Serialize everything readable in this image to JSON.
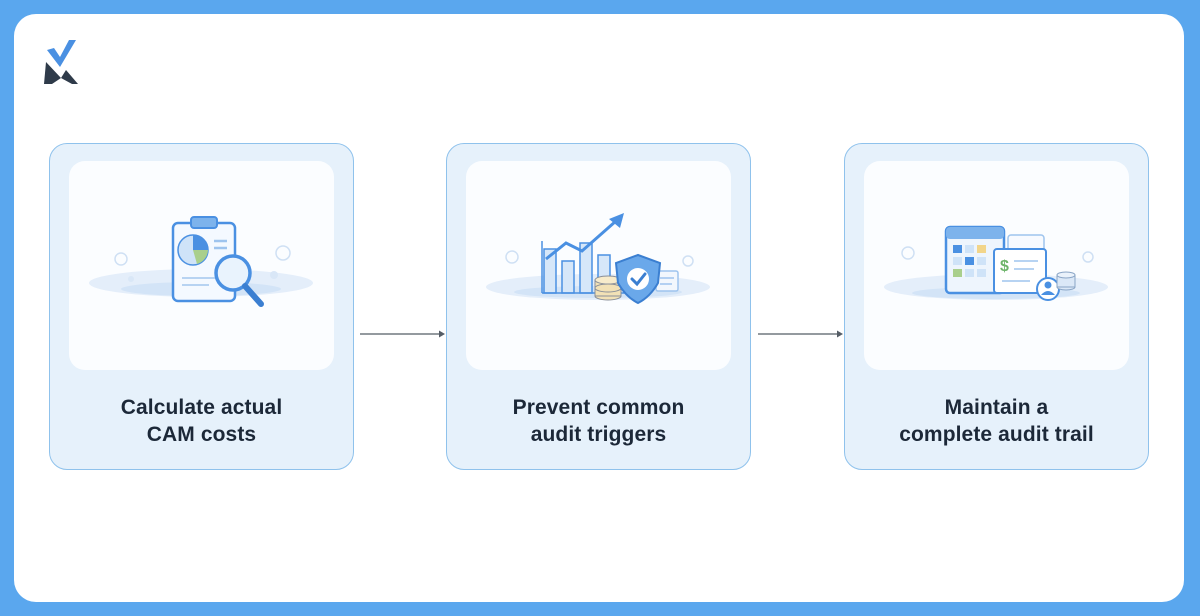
{
  "logo": {
    "icon": "checkmark-x-logo",
    "check_color": "#4a90e2",
    "x_color": "#2f3b4a"
  },
  "steps": [
    {
      "line1": "Calculate actual",
      "line2": "CAM costs",
      "icon": "clipboard-chart-magnifier-icon"
    },
    {
      "line1": "Prevent common",
      "line2": "audit triggers",
      "icon": "growth-chart-shield-icon"
    },
    {
      "line1": "Maintain a",
      "line2": "complete audit trail",
      "icon": "ledger-documents-icon"
    }
  ],
  "colors": {
    "background": "#5aa7ee",
    "card": "#e6f1fb",
    "card_border": "#8fc2ec",
    "accent": "#4a90e2"
  }
}
